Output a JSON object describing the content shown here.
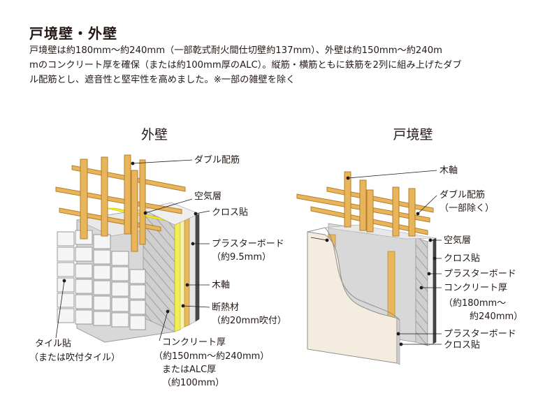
{
  "title": "戸境壁・外壁",
  "description": {
    "line1": "戸境壁は約180mm～約240mm（一部乾式耐火間仕切壁約137mm）、外壁は約150mm～約240m",
    "line2": "mのコンクリート厚を確保（または約100mm厚のALC）。縦筋・横筋ともに鉄筋を2列に組み上げたダブ",
    "line3": "ル配筋とし、遮音性と堅牢性を高めました。※一部の雑壁を除く"
  },
  "exterior": {
    "heading": "外壁",
    "labels": {
      "double_rebar": "ダブル配筋",
      "air_layer": "空気層",
      "cloth": "クロス貼",
      "plaster_board": "プラスターボード",
      "plaster_board_note": "（約9.5mm）",
      "wood_frame": "木軸",
      "insulation": "断熱材",
      "insulation_note": "（約20mm吹付）",
      "concrete": "コンクリート厚",
      "concrete_note1": "（約150mm～約240mm）",
      "concrete_note2": "またはALC厚",
      "concrete_note3": "（約100mm）",
      "tile": "タイル貼",
      "tile_note": "（または吹付タイル）"
    }
  },
  "boundary": {
    "heading": "戸境壁",
    "labels": {
      "wood_frame": "木軸",
      "double_rebar": "ダブル配筋",
      "double_rebar_note": "（一部除く）",
      "air_layer": "空気層",
      "cloth": "クロス貼",
      "plaster_board": "プラスターボード",
      "concrete": "コンクリート厚",
      "concrete_note1": "（約180mm～",
      "concrete_note2": "約240mm）",
      "plaster_board_2": "プラスターボード",
      "cloth_2": "クロス貼"
    }
  },
  "colors": {
    "rebar": "#e8b55a",
    "rebar_edge": "#b57d2a",
    "concrete": "#d9d9d9",
    "concrete_dark": "#a9a9a9",
    "insulation": "#f4ea1c",
    "board": "#f3ecdf",
    "tile": "#f4f4f4"
  }
}
